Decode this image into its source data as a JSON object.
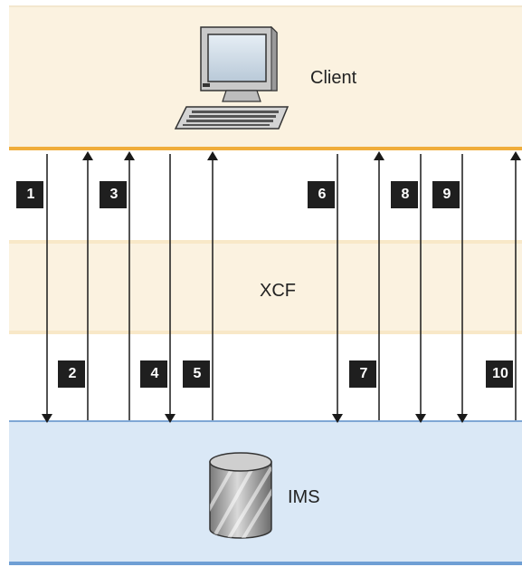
{
  "diagram": {
    "client": {
      "label": "Client",
      "icon": "computer-icon"
    },
    "xcf": {
      "label": "XCF"
    },
    "ims": {
      "label": "IMS",
      "icon": "database-icon"
    },
    "steps": [
      {
        "number": "1",
        "direction": "down"
      },
      {
        "number": "2",
        "direction": "up"
      },
      {
        "number": "3",
        "direction": "up"
      },
      {
        "number": "4",
        "direction": "down"
      },
      {
        "number": "5",
        "direction": "up"
      },
      {
        "number": "6",
        "direction": "down"
      },
      {
        "number": "7",
        "direction": "up"
      },
      {
        "number": "8",
        "direction": "down"
      },
      {
        "number": "9",
        "direction": "down"
      },
      {
        "number": "10",
        "direction": "up"
      }
    ],
    "colors": {
      "client_band": "#fbf2e0",
      "client_rule": "#f0ad3b",
      "ims_band": "#dae8f6",
      "ims_rule": "#6f9fd4",
      "badge": "#1f1f1f",
      "arrow": "#1a1a1a"
    }
  }
}
